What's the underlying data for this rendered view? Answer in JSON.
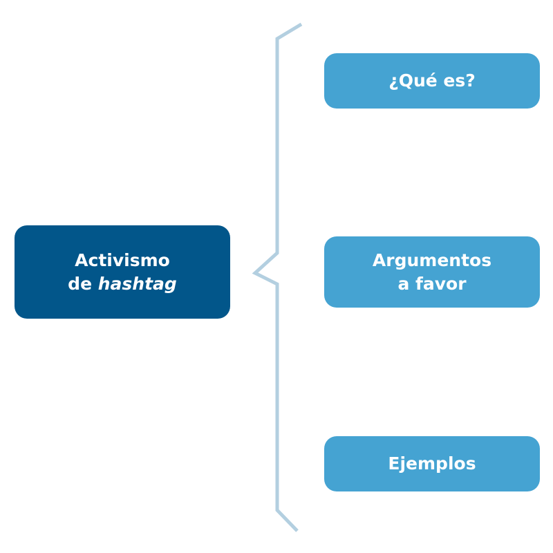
{
  "diagram": {
    "root": {
      "line1": "Activismo",
      "line2_prefix": "de",
      "line2_emphasis": "hashtag"
    },
    "children": [
      {
        "label": "¿Qué es?"
      },
      {
        "line1": "Argumentos",
        "line2": "a favor"
      },
      {
        "label": "Ejemplos"
      }
    ]
  },
  "colors": {
    "root_fill": "#02568a",
    "child_fill": "#45a3d2",
    "brace_stroke": "#b3cfe0",
    "text": "#ffffff"
  }
}
